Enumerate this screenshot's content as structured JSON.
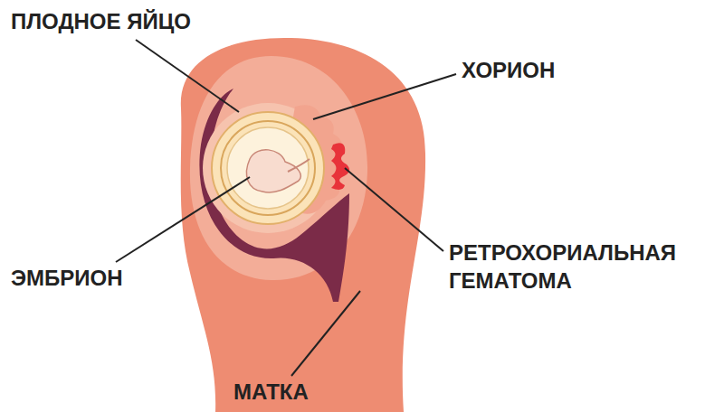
{
  "diagram": {
    "labels": [
      "ПЛОДНОЕ ЯЙЦО",
      "ХОРИОН",
      "ЭМБРИОН",
      "РЕТРОХОРИАЛЬНАЯ ГЕМАТОМА",
      "МАТКА"
    ]
  }
}
